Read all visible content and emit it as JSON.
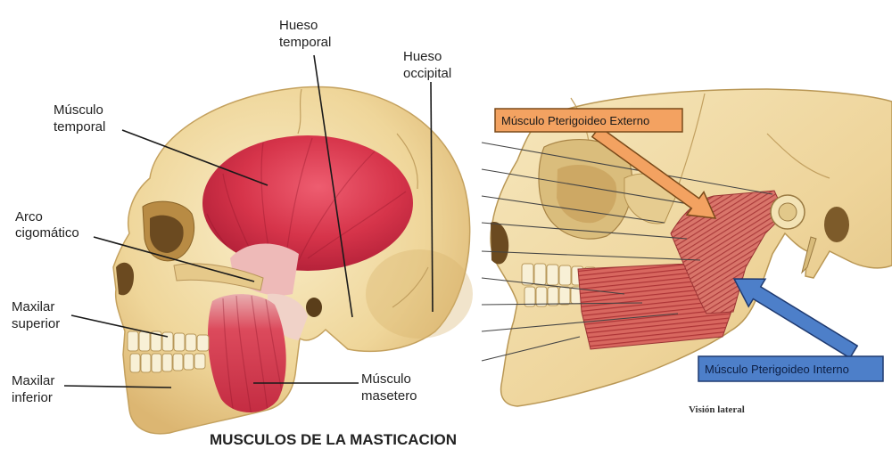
{
  "title": "MUSCULOS DE LA MASTICACION",
  "left_figure": {
    "labels": {
      "hueso_temporal": [
        "Hueso",
        "temporal"
      ],
      "hueso_occipital": [
        "Hueso",
        "occipital"
      ],
      "musculo_temporal": [
        "Músculo",
        "temporal"
      ],
      "arco_cigomatico": [
        "Arco",
        "cigomático"
      ],
      "maxilar_superior": [
        "Maxilar",
        "superior"
      ],
      "maxilar_inferior": [
        "Maxilar",
        "inferior"
      ],
      "musculo_masetero": [
        "Músculo",
        "masetero"
      ]
    }
  },
  "right_figure": {
    "callouts": {
      "pterigoideo_externo": "Músculo Pterigoideo Externo",
      "pterigoideo_interno": "Músculo Pterigoideo Interno"
    },
    "caption": "Visión lateral"
  },
  "colors": {
    "bone": "#f1dca3",
    "muscle": "#d6344a",
    "callout_externo": "#f3a261",
    "callout_interno": "#4d7fc9",
    "callout_externo_border": "#7a4a1a",
    "callout_interno_border": "#1f3a70"
  }
}
